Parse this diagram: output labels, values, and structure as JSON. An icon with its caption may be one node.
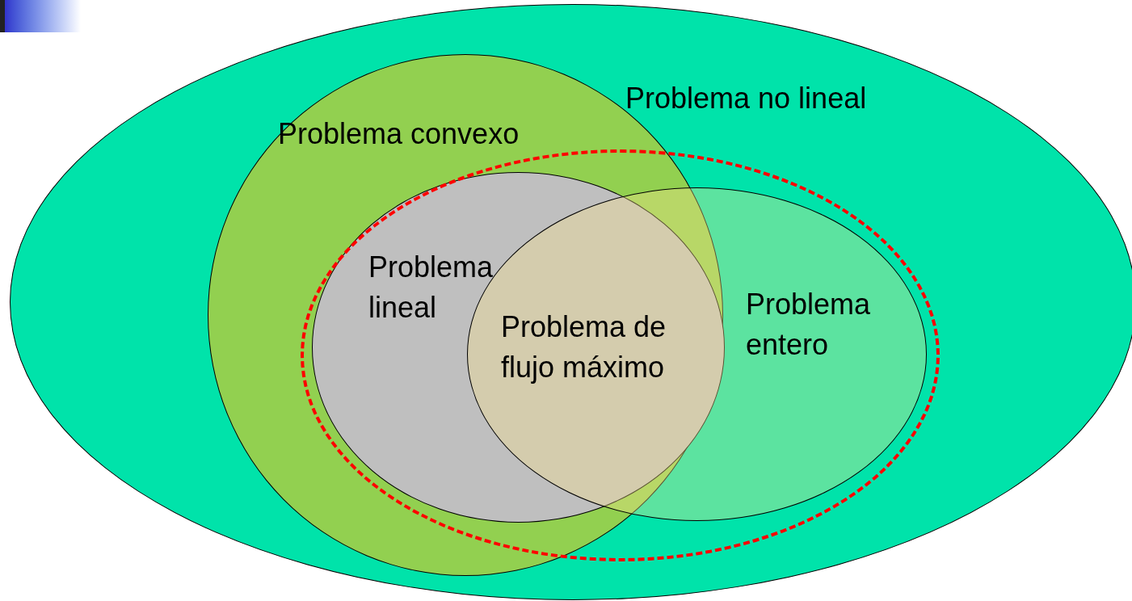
{
  "diagram": {
    "nodes": [
      {
        "text": [
          "Problema no lineal"
        ]
      },
      {
        "text": [
          "Problema convexo"
        ],
        "in": 0
      },
      {
        "text": [
          "Problema lineal"
        ]
      },
      {
        "text": [
          "Problema entero"
        ],
        "in": 4
      },
      {
        "text": [],
        "shape": "ellipse",
        "in": 0
      }
    ],
    "edges": [],
    "labels": [
      "Problema de flujo máximo"
    ]
  }
}
